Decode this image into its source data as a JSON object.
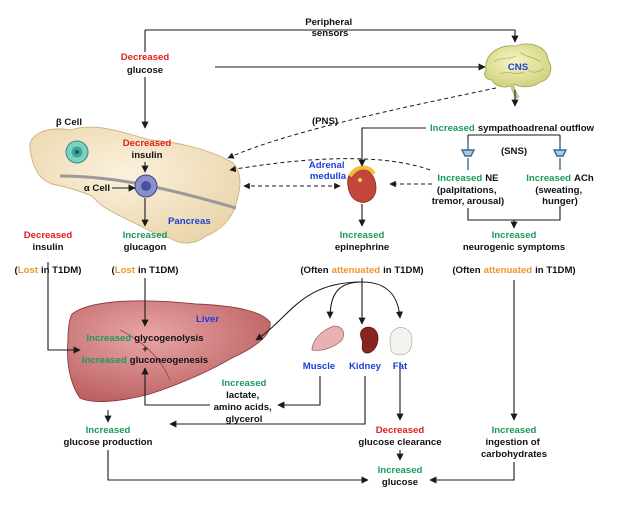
{
  "colors": {
    "decrease": "#e0201b",
    "increase": "#1a9a5a",
    "attenuated": "#f0962a",
    "organ_label": "#1a3fd6"
  },
  "peripheral_sensors": [
    "Peripheral",
    "sensors"
  ],
  "cns_label": "CNS",
  "decreased_glucose": {
    "modifier": "Decreased",
    "text": "glucose"
  },
  "pns_label": "(PNS)",
  "sns_label": "(SNS)",
  "pancreas": {
    "beta_cell": "β Cell",
    "alpha_cell": "α Cell",
    "label": "Pancreas",
    "dec_insulin_mod": "Decreased",
    "dec_insulin": "insulin"
  },
  "adrenal_medulla": [
    "Adrenal",
    "medulla"
  ],
  "sympathoadrenal": {
    "modifier": "Increased",
    "text": "sympathoadrenal outflow"
  },
  "ne_block": {
    "modifier": "Increased",
    "text": "NE",
    "detail": [
      "(palpitations,",
      "tremor, arousal)"
    ]
  },
  "ach_block": {
    "modifier": "Increased",
    "text": "ACh",
    "detail": [
      "(sweating,",
      "hunger)"
    ]
  },
  "left_insulin": {
    "modifier": "Decreased",
    "text": "insulin",
    "lost_word": "Lost",
    "lost_rest": "in T1DM)"
  },
  "glucagon": {
    "modifier": "Increased",
    "text": "glucagon",
    "lost_word": "Lost",
    "lost_rest": "in T1DM)"
  },
  "epinephrine": {
    "modifier": "Increased",
    "text": "epinephrine",
    "often": "(Often",
    "att_word": "attenuated",
    "att_rest": "in T1DM)"
  },
  "neurogenic": {
    "modifier": "Increased",
    "text": "neurogenic symptoms",
    "often": "(Often",
    "att_word": "attenuated",
    "att_rest": "in T1DM)"
  },
  "liver": {
    "label": "Liver",
    "glyco_mod": "Increased",
    "glyco": "glycogenolysis",
    "plus": "+",
    "gneo_mod": "Increased",
    "gneo": "gluconeogenesis"
  },
  "tissues": {
    "muscle": "Muscle",
    "kidney": "Kidney",
    "fat": "Fat"
  },
  "substrates": {
    "modifier": "Increased",
    "lines": [
      "lactate,",
      "amino acids,",
      "glycerol"
    ]
  },
  "glucose_production": {
    "modifier": "Increased",
    "text": "glucose production"
  },
  "glucose_clearance": {
    "modifier": "Decreased",
    "text": "glucose clearance"
  },
  "ingestion": {
    "modifier": "Increased",
    "lines": [
      "ingestion of",
      "carbohydrates"
    ]
  },
  "final_glucose": {
    "modifier": "Increased",
    "text": "glucose"
  }
}
